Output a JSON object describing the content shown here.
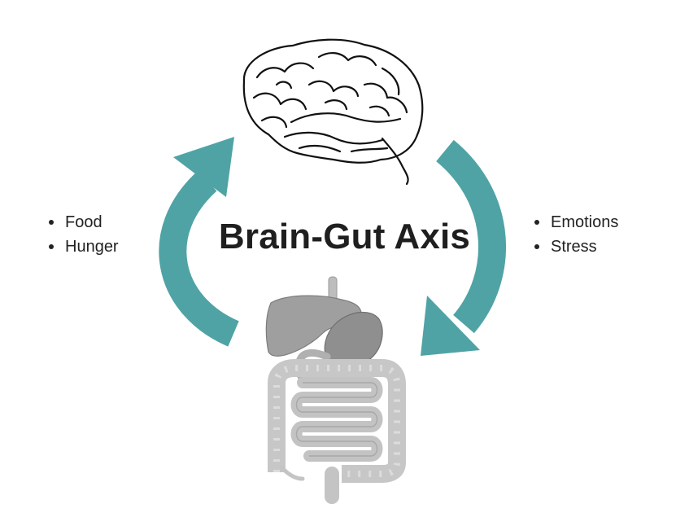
{
  "diagram": {
    "title": "Brain-Gut Axis",
    "left_items": [
      "Food",
      "Hunger"
    ],
    "right_items": [
      "Emotions",
      "Stress"
    ],
    "icons": {
      "top": "brain-icon",
      "bottom": "digestive-system-icon"
    },
    "colors": {
      "arrow": "#4fa3a5",
      "gut": "#b8b8b8",
      "gut_dark": "#8f8f8f",
      "brain_stroke": "#111111"
    }
  }
}
